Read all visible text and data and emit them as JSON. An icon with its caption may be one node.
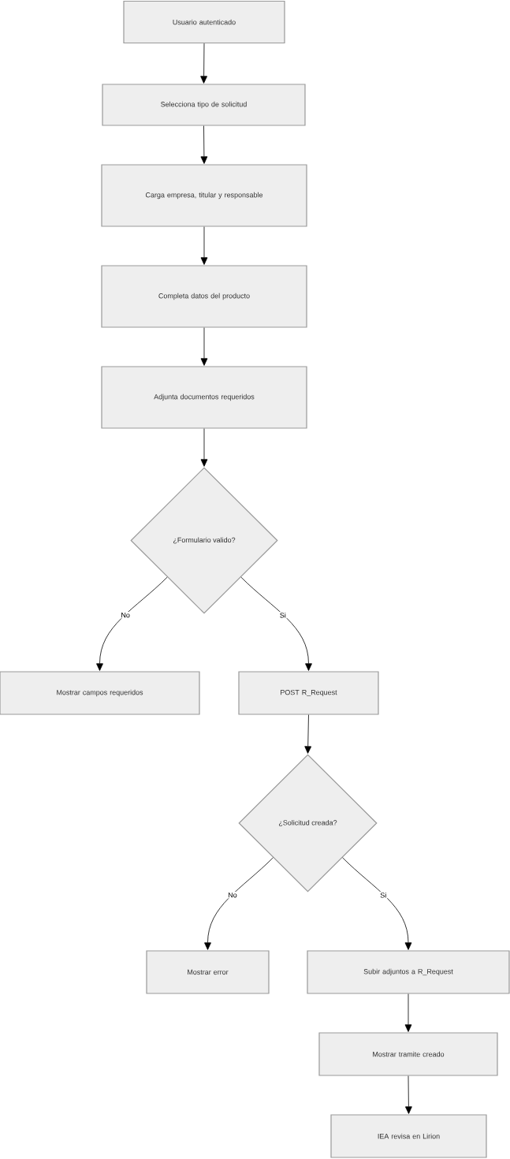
{
  "diagram": {
    "nodes": [
      {
        "text": [
          "Usuario autenticado"
        ]
      },
      {
        "text": [
          "Selecciona tipo de solicitud"
        ]
      },
      {
        "text": [
          "Carga empresa, titular y responsable"
        ]
      },
      {
        "text": [
          "Completa datos del producto"
        ]
      },
      {
        "text": [
          "Adjunta documentos requeridos"
        ]
      },
      {
        "text": [
          "¿Formulario valido?"
        ]
      },
      {
        "text": [
          "Mostrar campos requeridos"
        ]
      },
      {
        "text": [
          "POST R_Request"
        ]
      },
      {
        "text": [
          "¿Solicitud creada?"
        ]
      },
      {
        "text": [
          "Mostrar error"
        ]
      },
      {
        "text": [
          "Subir adjuntos a R_Request"
        ]
      },
      {
        "text": [
          "Mostrar tramite creado"
        ]
      },
      {
        "text": [
          "IEA revisa en Lirion"
        ]
      }
    ],
    "edges": [
      {
        "from": 0,
        "to": 1,
        "arrow": "to"
      },
      {
        "from": 1,
        "to": 2,
        "arrow": "to"
      },
      {
        "from": 2,
        "to": 3,
        "arrow": "to"
      },
      {
        "from": 3,
        "to": 4,
        "arrow": "to"
      },
      {
        "from": 4,
        "to": 5,
        "arrow": "to"
      },
      {
        "from": 5,
        "to": 6,
        "label": "No",
        "arrow": "to"
      },
      {
        "from": 5,
        "to": 7,
        "label": "Si",
        "arrow": "to"
      },
      {
        "from": 7,
        "to": 8,
        "arrow": "to"
      },
      {
        "from": 8,
        "to": 9,
        "label": "No",
        "arrow": "to"
      },
      {
        "from": 8,
        "to": 10,
        "label": "Si",
        "arrow": "to"
      },
      {
        "from": 10,
        "to": 11,
        "arrow": "to"
      },
      {
        "from": 11,
        "to": 12,
        "arrow": "to"
      }
    ]
  }
}
